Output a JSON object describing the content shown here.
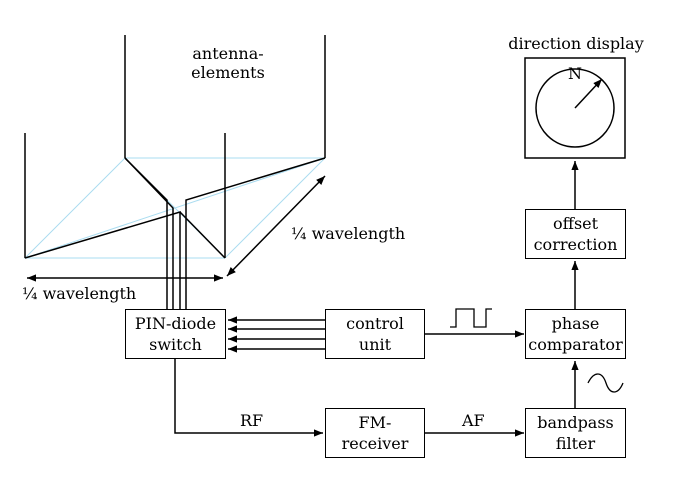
{
  "labels": {
    "antenna_line1": "antenna-",
    "antenna_line2": "elements",
    "quarter_wave_diagonal": "¼ wavelength",
    "quarter_wave_horizontal": "¼ wavelength",
    "direction_display": "direction display",
    "compass_n": "N",
    "rf": "RF",
    "af": "AF"
  },
  "blocks": {
    "pin_diode_switch": [
      "PIN-diode",
      "switch"
    ],
    "control_unit": [
      "control",
      "unit"
    ],
    "phase_comparator": [
      "phase",
      "comparator"
    ],
    "offset_correction": [
      "offset",
      "correction"
    ],
    "fm_receiver": [
      "FM-",
      "receiver"
    ],
    "bandpass_filter": [
      "bandpass",
      "filter"
    ]
  },
  "colors": {
    "line": "#000000",
    "antenna_square": "#aadcf0"
  }
}
